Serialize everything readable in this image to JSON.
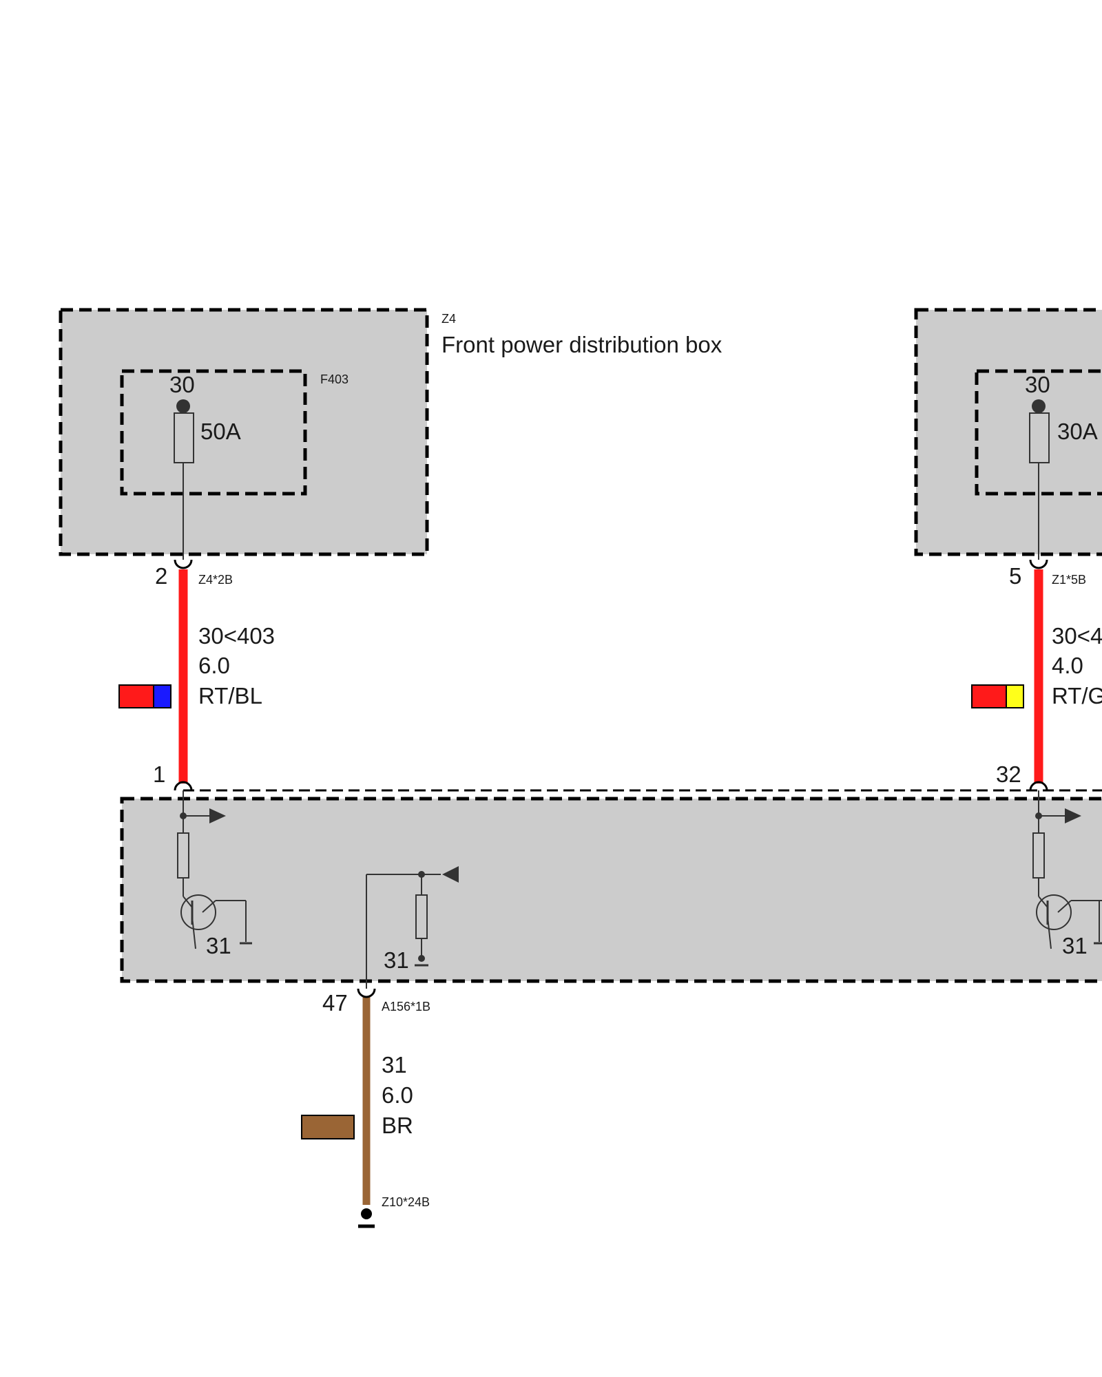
{
  "colors": {
    "box_fill": "#cccccc",
    "wire_red": "#ff1a1a",
    "wire_brown": "#9a6535",
    "swatch_blue": "#1a1aff",
    "swatch_yellow": "#ffff1a",
    "line": "#333333"
  },
  "z4": {
    "ref": "Z4",
    "title": "Front power distribution box",
    "fuse_ref": "F403",
    "fuse_terminal": "30",
    "fuse_rating": "50A"
  },
  "z1": {
    "fuse_terminal": "30",
    "fuse_rating": "30A"
  },
  "wire_left": {
    "pin_top": "2",
    "connector_top": "Z4*2B",
    "circuit": "30<403",
    "gauge": "6.0",
    "color_code": "RT/BL",
    "pin_bottom": "1"
  },
  "wire_right": {
    "pin_top": "5",
    "connector_top": "Z1*5B",
    "circuit": "30<4",
    "gauge": "4.0",
    "color_code": "RT/G",
    "pin_bottom": "32"
  },
  "a156": {
    "ground_left": "31",
    "ground_mid": "31",
    "ground_right": "31"
  },
  "wire_ground": {
    "pin": "47",
    "connector": "A156*1B",
    "circuit": "31",
    "gauge": "6.0",
    "color_code": "BR",
    "ground_point": "Z10*24B"
  }
}
